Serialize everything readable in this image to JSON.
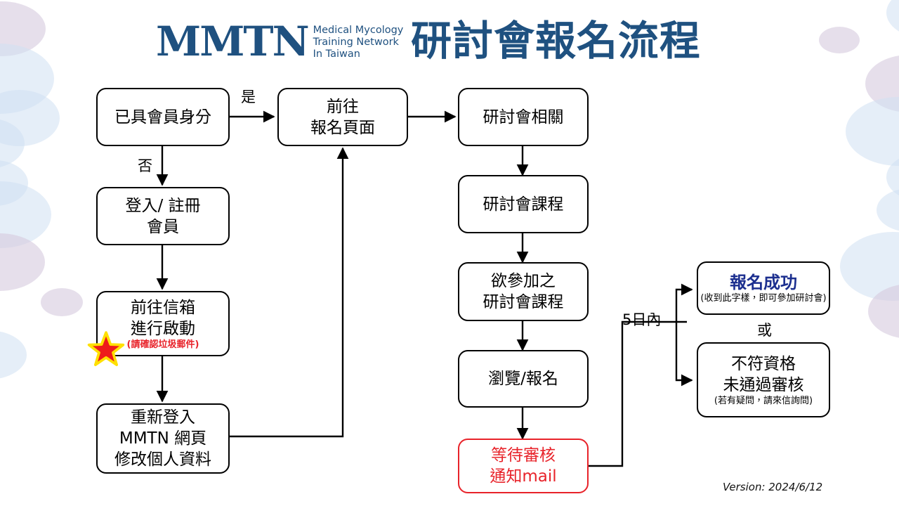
{
  "document": {
    "title": "研討會報名流程",
    "version_text": "Version: 2024/6/12"
  },
  "brand": {
    "logo_mark": "MMTN",
    "logo_sub_line1": "Medical Mycology",
    "logo_sub_line2": "Training Network",
    "logo_sub_line3": "In Taiwan",
    "logo_color": "#1f5180"
  },
  "colors": {
    "brand_blue": "#1f5180",
    "alert_red": "#e8232a",
    "success_navy": "#1c2f8f",
    "node_border": "#000000",
    "bg_blob_blue": "#cfe0f2",
    "bg_blob_violet": "#d6c9de"
  },
  "flow": {
    "nodes": [
      {
        "id": "member-check",
        "lines": [
          "已具會員身分"
        ],
        "note": "",
        "style": "default"
      },
      {
        "id": "goto-registration-page",
        "lines": [
          "前往",
          "報名頁面"
        ],
        "note": "",
        "style": "default"
      },
      {
        "id": "seminar-related",
        "lines": [
          "研討會相關"
        ],
        "note": "",
        "style": "default"
      },
      {
        "id": "login-register",
        "lines": [
          "登入/ 註冊",
          "會員"
        ],
        "note": "",
        "style": "default"
      },
      {
        "id": "seminar-courses",
        "lines": [
          "研討會課程"
        ],
        "note": "",
        "style": "default"
      },
      {
        "id": "activate-mailbox",
        "lines": [
          "前往信箱",
          "進行啟動"
        ],
        "note": "(請確認垃圾郵件)",
        "style": "red-note"
      },
      {
        "id": "desired-courses",
        "lines": [
          "欲參加之",
          "研討會課程"
        ],
        "note": "",
        "style": "default"
      },
      {
        "id": "registration-success",
        "lines": [
          "報名成功"
        ],
        "note": "(收到此字樣，即可參加研討會)",
        "style": "success"
      },
      {
        "id": "browse-signup",
        "lines": [
          "瀏覽/報名"
        ],
        "note": "",
        "style": "default"
      },
      {
        "id": "not-qualified",
        "lines": [
          "不符資格",
          "未通過審核"
        ],
        "note": "(若有疑問，請來信詢問)",
        "style": "default"
      },
      {
        "id": "relogin-edit-profile",
        "lines": [
          "重新登入",
          "MMTN 網頁",
          "修改個人資料"
        ],
        "note": "",
        "style": "default"
      },
      {
        "id": "await-review-mail",
        "lines": [
          "等待審核",
          "通知mail"
        ],
        "note": "",
        "style": "red"
      }
    ],
    "edge_labels": [
      {
        "id": "yes",
        "text": "是"
      },
      {
        "id": "no",
        "text": "否"
      },
      {
        "id": "within-five-days",
        "text": "5日內"
      },
      {
        "id": "or",
        "text": "或"
      }
    ]
  },
  "icons": {
    "warning_star": "star-icon"
  }
}
